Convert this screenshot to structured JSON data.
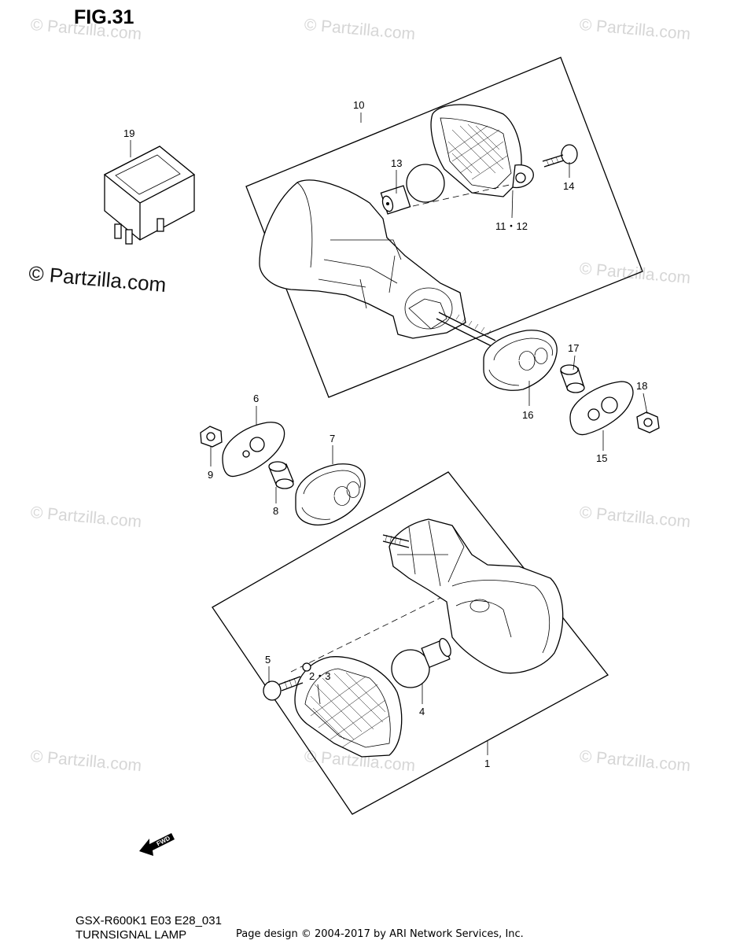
{
  "figure": {
    "title": "FIG.31"
  },
  "watermark": {
    "main": "© Partzilla.com",
    "tile": "© Partzilla.com"
  },
  "callouts": {
    "p1": "1",
    "p2_3": "2・3",
    "p4": "4",
    "p5": "5",
    "p6": "6",
    "p7": "7",
    "p8": "8",
    "p9": "9",
    "p10": "10",
    "p11_12": "11・12",
    "p13": "13",
    "p14": "14",
    "p15": "15",
    "p16": "16",
    "p17": "17",
    "p18": "18",
    "p19": "19"
  },
  "fwd_arrow": {
    "label": "FWD"
  },
  "footer": {
    "model_code": "GSX-R600K1 E03 E28_031",
    "part_name": "TURNSIGNAL LAMP",
    "copyright": "Page design © 2004-2017 by ARI Network Services, Inc."
  }
}
